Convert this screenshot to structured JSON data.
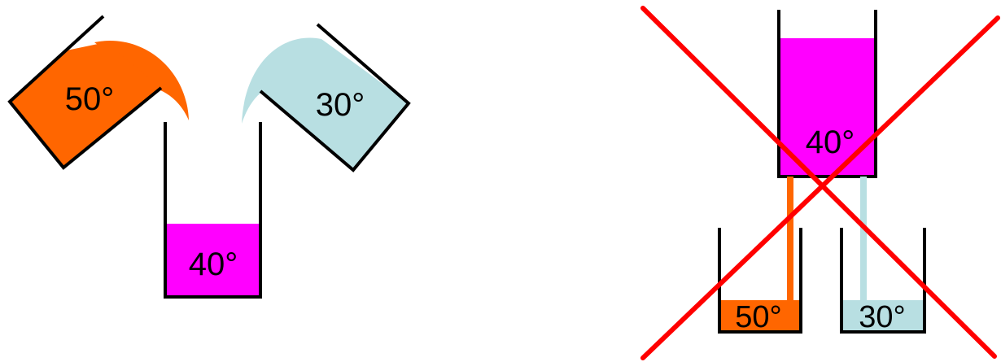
{
  "colors": {
    "hot_liquid": "#ff6600",
    "cold_liquid": "#b8dfe2",
    "mixed_liquid": "#ff00ff",
    "outline": "#000000",
    "cross": "#ff0000",
    "background": "#ffffff"
  },
  "left_scene": {
    "hot_beaker_label": "50°",
    "cold_beaker_label": "30°",
    "mixed_beaker_label": "40°"
  },
  "right_scene": {
    "mixed_beaker_label": "40°",
    "hot_beaker_label": "50°",
    "cold_beaker_label": "30°",
    "crossed_out": true
  }
}
